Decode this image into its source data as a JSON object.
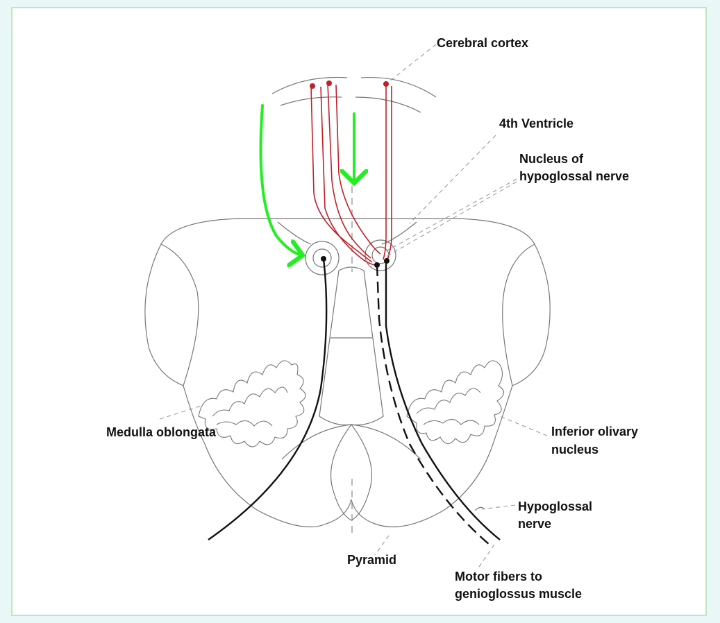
{
  "labels": {
    "cerebral_cortex": "Cerebral cortex",
    "fourth_ventricle": "4th Ventricle",
    "nucleus_line1": "Nucleus of",
    "nucleus_line2": "hypoglossal nerve",
    "medulla": "Medulla oblongata",
    "olivary_line1": "Inferior olivary",
    "olivary_line2": "nucleus",
    "hypoglossal_line1": "Hypoglossal",
    "hypoglossal_line2": "nerve",
    "pyramid": "Pyramid",
    "motor_line1": "Motor fibers to",
    "motor_line2": "genioglossus muscle"
  },
  "colors": {
    "upper_motor_neuron": "#c0202a",
    "lower_motor_neuron": "#111111",
    "annotation_arrow": "#22ee22",
    "outline": "#777777",
    "leader": "#888888"
  }
}
